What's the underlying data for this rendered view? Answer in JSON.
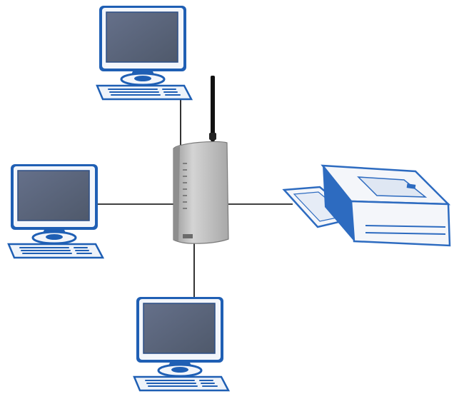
{
  "diagram": {
    "topology": "star",
    "hub": {
      "icon": "wireless-router-icon"
    },
    "nodes": [
      {
        "icon": "desktop-computer-icon",
        "placement": "top"
      },
      {
        "icon": "desktop-computer-icon",
        "placement": "left"
      },
      {
        "icon": "desktop-computer-icon",
        "placement": "bottom"
      },
      {
        "icon": "printer-icon",
        "placement": "right"
      }
    ],
    "colors": {
      "monitor_frame": "#1f5fb4",
      "monitor_bezel": "#f3f6fb",
      "screen": "#5b6577",
      "keyboard_fill": "#eef3fa",
      "router_body": "#bdbdbd",
      "router_shadow": "#8e8e8e",
      "antenna": "#111111",
      "cable": "#000000",
      "printer_body": "#f4f6fa",
      "printer_side": "#2d6bc0"
    }
  }
}
